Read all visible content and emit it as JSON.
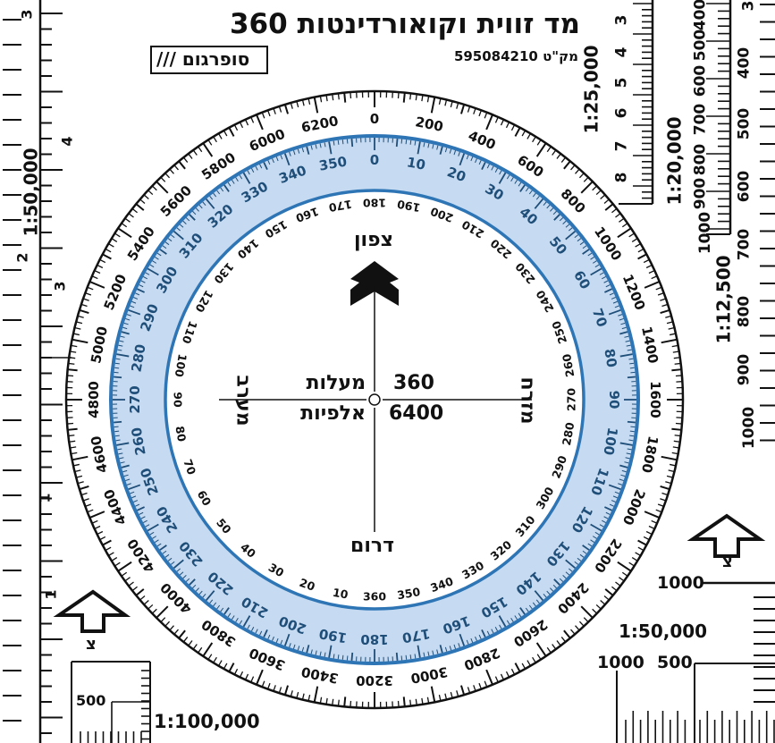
{
  "header": {
    "title": "מד זווית וקואורדינטות 360",
    "brand": "סופרגום ///",
    "catalog": "מק\"ט 595084210"
  },
  "compass": {
    "north": "צפון",
    "south": "דרום",
    "east": "מזרח",
    "west": "מערב",
    "degrees_label": "מעלות",
    "mils_label": "אלפיות",
    "degrees_total": "360",
    "mils_total": "6400"
  },
  "dial": {
    "mils_start": 0,
    "mils_end": 6200,
    "mils_step": 200,
    "degrees_start": 0,
    "degrees_end": 350,
    "degrees_step": 10,
    "ring_fill": "#c6dbf1",
    "ring_border": "#2e75b6",
    "ring_text": "#1f4e79"
  },
  "scales": {
    "left": {
      "title": "1:50,000",
      "labels": [
        "3",
        "4",
        "2",
        "3",
        "1",
        "1"
      ]
    },
    "scale_25000": {
      "title": "1:25,000",
      "labels": [
        "3",
        "4",
        "5",
        "6",
        "7",
        "8"
      ]
    },
    "scale_20000": {
      "title": "1:20,000",
      "labels": [
        "400",
        "500",
        "600",
        "700",
        "800",
        "900",
        "1000"
      ]
    },
    "scale_12500": {
      "title": "1:12,500",
      "labels": [
        "3",
        "400",
        "500",
        "600",
        "700",
        "800",
        "900",
        "1000"
      ]
    },
    "bottom_right": {
      "top_label": "1000",
      "title": "1:50,000",
      "left_label": "1000",
      "mid_label": "500",
      "north_mark": "צ"
    },
    "bottom_left": {
      "label": "500",
      "title": "1:100,000",
      "north_mark": "צ"
    }
  }
}
